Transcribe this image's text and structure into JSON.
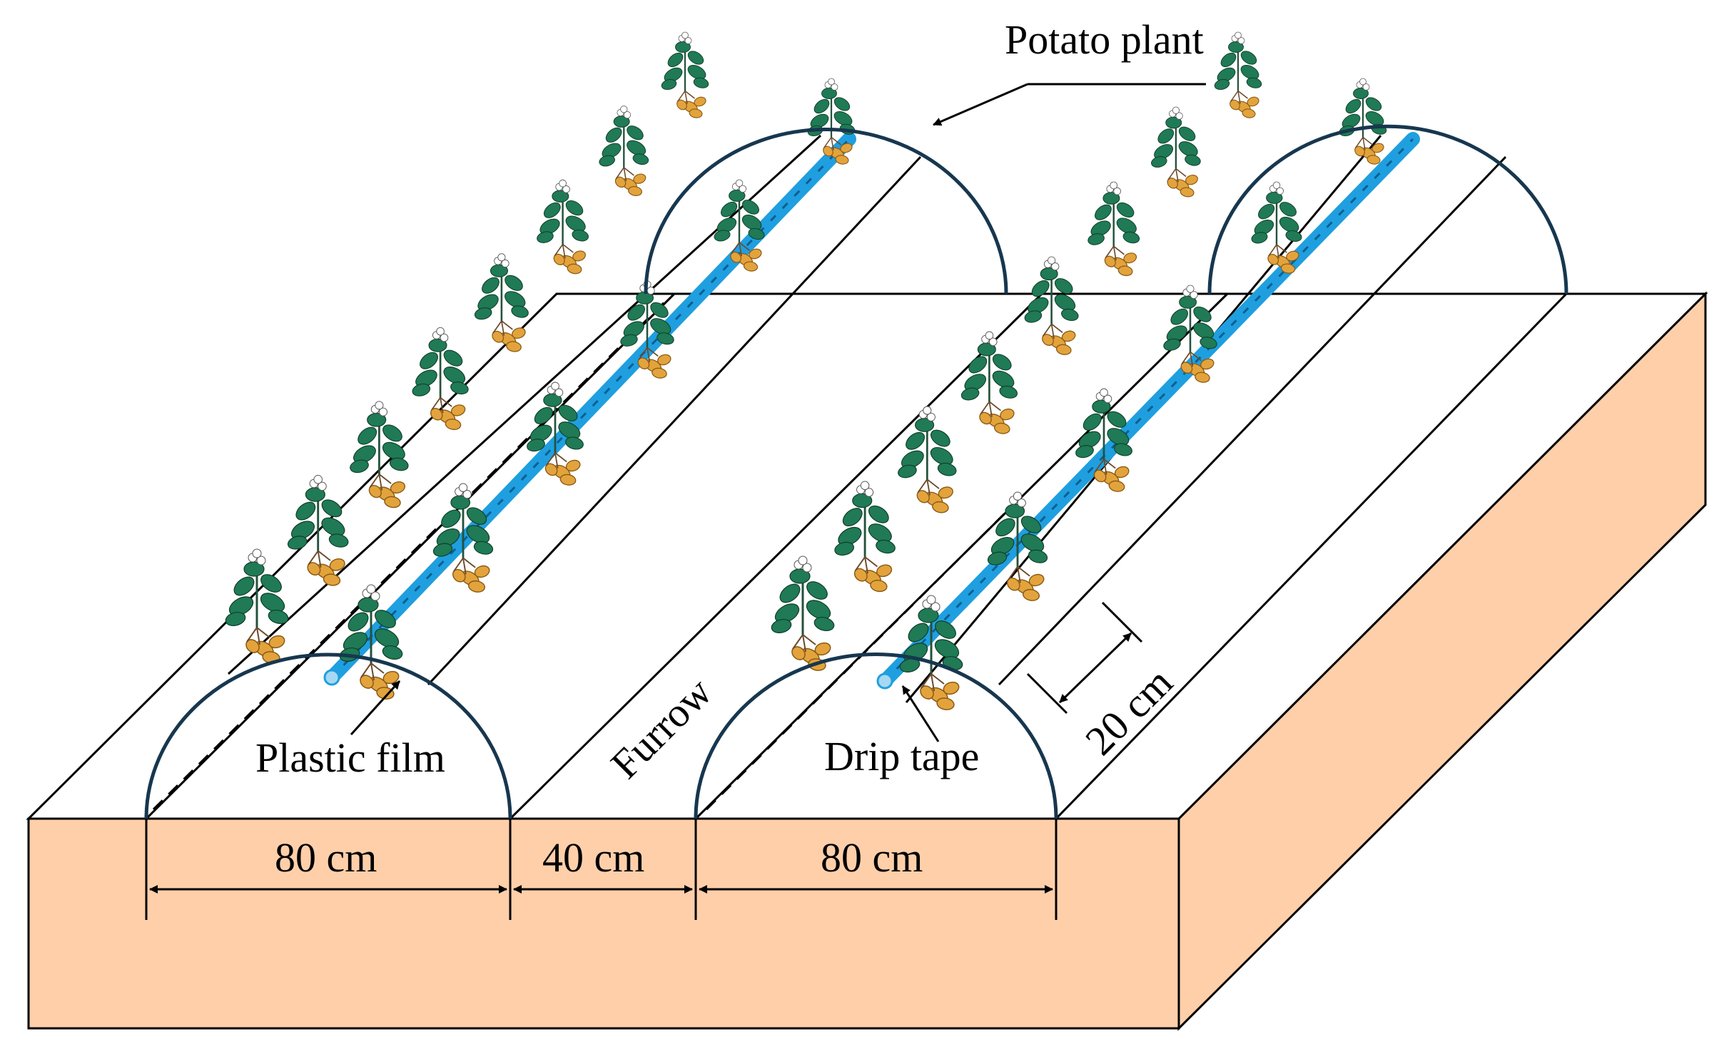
{
  "labels": {
    "potato_plant": "Potato plant",
    "plastic_film": "Plastic film",
    "furrow": "Furrow",
    "drip_tape": "Drip tape",
    "spacing_20": "20 cm",
    "width_80_left": "80 cm",
    "width_40": "40 cm",
    "width_80_right": "80 cm"
  },
  "colors": {
    "soil": "#ffcfaa",
    "outline": "#000000",
    "film_arc": "#17374f",
    "drip_tape": "#1f9fdf",
    "leaf": "#1f7a55",
    "tuber": "#e3a33c",
    "flower": "#ffffff"
  }
}
